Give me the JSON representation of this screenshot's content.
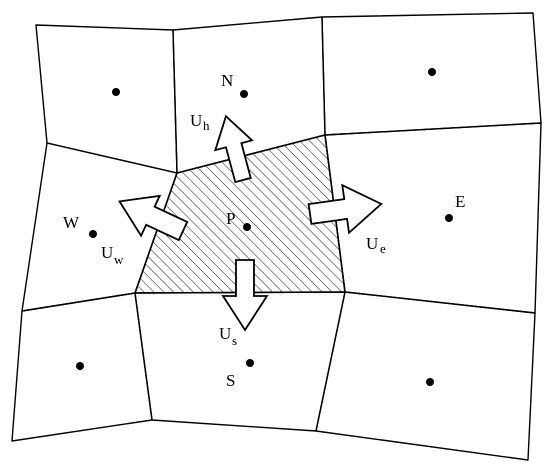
{
  "nodes": {
    "north": "N",
    "south": "S",
    "east": "E",
    "west": "W",
    "center": "P"
  },
  "velocities": {
    "north": {
      "base": "U",
      "subscript": "h"
    },
    "south": {
      "base": "U",
      "subscript": "s"
    },
    "east": {
      "base": "U",
      "subscript": "e"
    },
    "west": {
      "base": "U",
      "subscript": "w"
    }
  },
  "colors": {
    "line": "#000000",
    "fill": "#ffffff",
    "hatch": "#000000"
  }
}
